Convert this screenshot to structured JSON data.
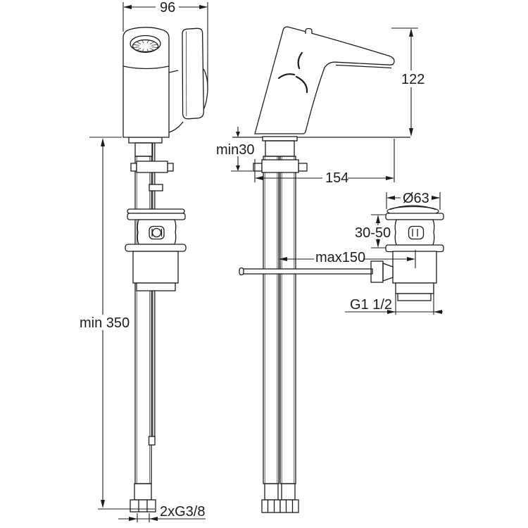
{
  "drawing": {
    "background_color": "#ffffff",
    "line_color": "#1c1c1c",
    "dimensions": {
      "spout_width": "96",
      "body_height": "122",
      "deck_thickness": "min30",
      "body_depth": "154",
      "waste_flange_diameter": "Ø63",
      "waste_height_range": "30-50",
      "rod_reach": "max150",
      "waste_thread": "G1 1/2",
      "hose_length": "min 350",
      "hose_thread": "2xG3/8"
    }
  }
}
